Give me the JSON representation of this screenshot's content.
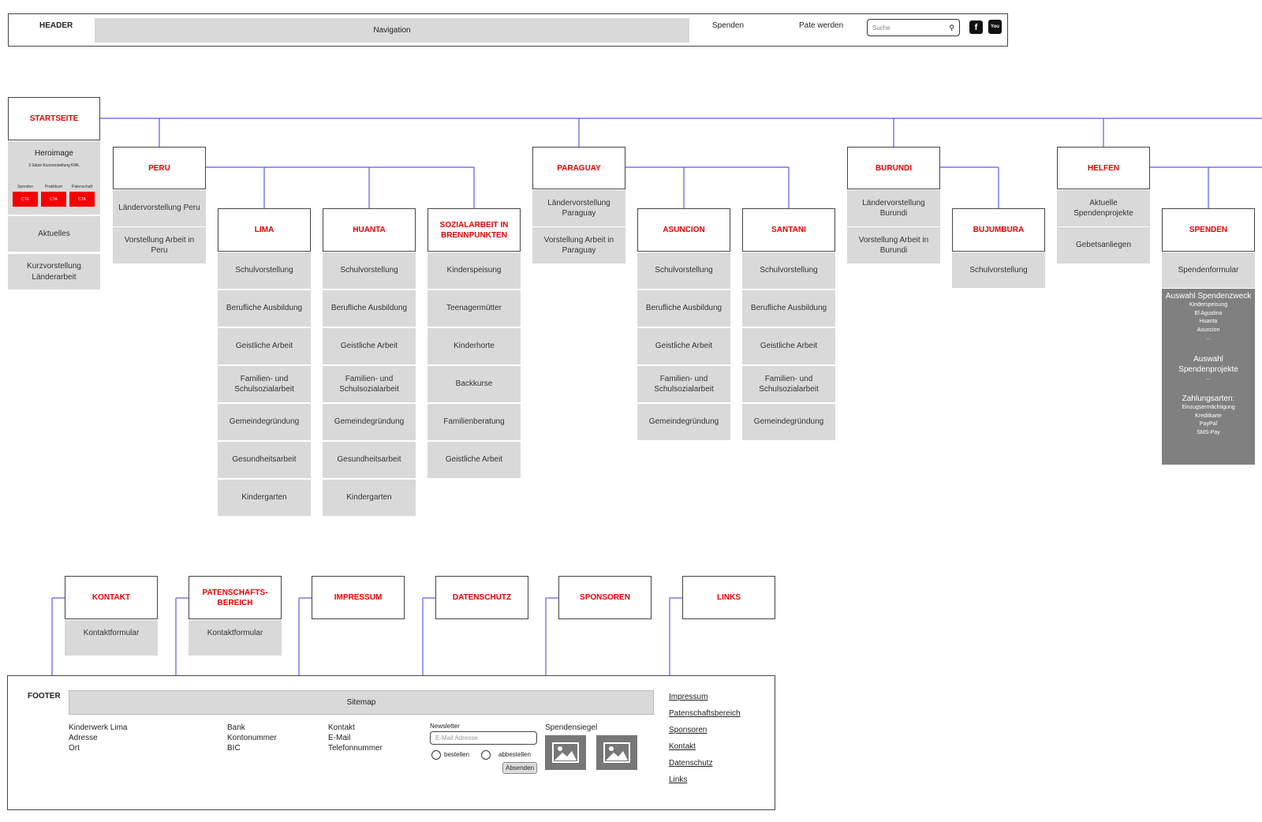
{
  "header": {
    "label": "HEADER",
    "navigation": "Navigation",
    "donate": "Spenden",
    "sponsor": "Pate werden",
    "search_placeholder": "Suche",
    "search_icon": "search-icon",
    "social": [
      "facebook-icon",
      "youtube-icon"
    ]
  },
  "startseite": {
    "title": "STARTSEITE",
    "hero": "Heroimage",
    "hero_sub": "3 Sätze Kurzvorstellung KWL",
    "cta_labels": [
      "Spenden",
      "Praktikum",
      "Patenschaft"
    ],
    "cta_button": "CTA",
    "items": [
      "Aktuelles",
      "Kurzvorstellung Länderarbeit"
    ]
  },
  "peru": {
    "title": "PERU",
    "items": [
      "Ländervorstellung Peru",
      "Vorstellung Arbeit in Peru"
    ]
  },
  "lima": {
    "title": "LIMA",
    "items": [
      "Schulvorstellung",
      "Berufliche Ausbildung",
      "Geistliche Arbeit",
      "Familien- und Schulsozialarbeit",
      "Gemeindegründung",
      "Gesundheitsarbeit",
      "Kindergarten"
    ]
  },
  "huanta": {
    "title": "HUANTA",
    "items": [
      "Schulvorstellung",
      "Berufliche Ausbildung",
      "Geistliche Arbeit",
      "Familien- und Schulsozialarbeit",
      "Gemeindegründung",
      "Gesundheitsarbeit",
      "Kindergarten"
    ]
  },
  "sozial": {
    "title": "SOZIALARBEIT IN BRENNPUNKTEN",
    "items": [
      "Kinderspeisung",
      "Teenagermütter",
      "Kinderhorte",
      "Backkurse",
      "Familienberatung",
      "Geistliche Arbeit"
    ]
  },
  "paraguay": {
    "title": "PARAGUAY",
    "items": [
      "Ländervorstellung Paraguay",
      "Vorstellung Arbeit in Paraguay"
    ]
  },
  "asuncion": {
    "title": "ASUNCION",
    "items": [
      "Schulvorstellung",
      "Berufliche Ausbildung",
      "Geistliche Arbeit",
      "Familien- und Schulsozialarbeit",
      "Gemeindegründung"
    ]
  },
  "santani": {
    "title": "SANTANI",
    "items": [
      "Schulvorstellung",
      "Berufliche Ausbildung",
      "Geistliche Arbeit",
      "Familien- und Schulsozialarbeit",
      "Gemeindegründung"
    ]
  },
  "burundi": {
    "title": "BURUNDI",
    "items": [
      "Ländervorstellung Burundi",
      "Vorstellung Arbeit in Burundi"
    ]
  },
  "bujumbura": {
    "title": "BUJUMBURA",
    "items": [
      "Schulvorstellung"
    ]
  },
  "helfen": {
    "title": "HELFEN",
    "items": [
      "Aktuelle Spendenprojekte",
      "Gebetsanliegen"
    ]
  },
  "spenden": {
    "title": "SPENDEN",
    "form": "Spendenformular",
    "zweck_title": "Auswahl Spendenzweck",
    "zweck_items": [
      "Kinderspeisung",
      "El Agustino",
      "Huanta",
      "Asuncion",
      "..."
    ],
    "projekte_title": "Auswahl Spendenprojekte",
    "projekte_items": [
      "..."
    ],
    "zahlung_title": "Zahlungsarten:",
    "zahlung_items": [
      "Einzugsermächtigung",
      "Kreditkarte",
      "PayPal",
      "SMS-Pay"
    ]
  },
  "bottom_nodes": {
    "kontakt": {
      "title": "KONTAKT",
      "item": "Kontaktformular"
    },
    "paten": {
      "title": "PATENSCHAFTS-BEREICH",
      "item": "Kontaktformular"
    },
    "impressum": {
      "title": "IMPRESSUM"
    },
    "datenschutz": {
      "title": "DATENSCHUTZ"
    },
    "sponsoren": {
      "title": "SPONSOREN"
    },
    "links": {
      "title": "LINKS"
    }
  },
  "footer": {
    "label": "FOOTER",
    "sitemap": "Sitemap",
    "address": [
      "Kinderwerk Lima",
      "Adresse",
      "Ort"
    ],
    "bank": [
      "Bank",
      "Kontonummer",
      "BIC"
    ],
    "contact": [
      "Kontakt",
      "E-Mail",
      "Telefonnummer"
    ],
    "newsletter_label": "Newsletter",
    "newsletter_placeholder": "E-Mail Adresse",
    "subscribe": "bestellen",
    "unsubscribe": "abbestellen",
    "submit": "Absenden",
    "seal_label": "Spendensiegel",
    "links": [
      "Impressum",
      "Patenschaftsbereich",
      "Sponsoren",
      "Kontakt",
      "Datenschutz",
      "Links"
    ]
  },
  "colors": {
    "accent": "#e30000",
    "connector": "#5a5ae6",
    "cell": "#d9d9d9",
    "dark_cell": "#808080"
  }
}
